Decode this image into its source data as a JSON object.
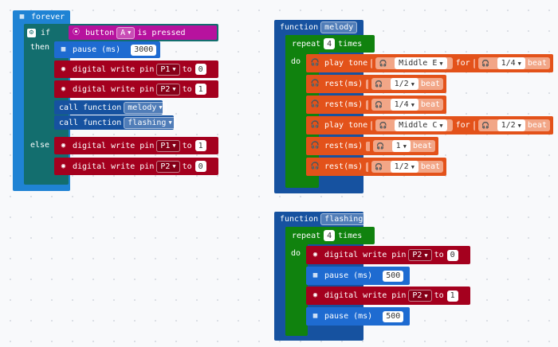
{
  "colors": {
    "forever": "#1f83d4",
    "logic": "#136e6e",
    "pins": "#a4001e",
    "basic": "#1e6bd1",
    "functions": "#1652a0",
    "loops": "#10820e",
    "music": "#e3521a",
    "input": "#b7129e"
  },
  "forever": {
    "title": "forever",
    "if_label": "if",
    "then_label": "then",
    "else_label": "else",
    "condition": {
      "prefix": "button",
      "button": "A",
      "suffix": "is pressed"
    },
    "pause": {
      "label": "pause (ms)",
      "value": "3000"
    },
    "then_writes": [
      {
        "label": "digital write pin",
        "pin": "P1",
        "to": "to",
        "value": "0"
      },
      {
        "label": "digital write pin",
        "pin": "P2",
        "to": "to",
        "value": "1"
      }
    ],
    "calls": [
      {
        "label": "call function",
        "name": "melody"
      },
      {
        "label": "call function",
        "name": "flashing"
      }
    ],
    "else_writes": [
      {
        "label": "digital write pin",
        "pin": "P1",
        "to": "to",
        "value": "1"
      },
      {
        "label": "digital write pin",
        "pin": "P2",
        "to": "to",
        "value": "0"
      }
    ]
  },
  "melody": {
    "function_label": "function",
    "name": "melody",
    "repeat_label": "repeat",
    "times": "4",
    "times_label": "times",
    "do_label": "do",
    "steps": [
      {
        "kind": "tone",
        "label": "play tone",
        "note": "Middle E",
        "for": "for",
        "beat": "1/4",
        "unit": "beat"
      },
      {
        "kind": "rest",
        "label": "rest(ms)",
        "beat": "1/2",
        "unit": "beat"
      },
      {
        "kind": "rest",
        "label": "rest(ms)",
        "beat": "1/4",
        "unit": "beat"
      },
      {
        "kind": "tone",
        "label": "play tone",
        "note": "Middle C",
        "for": "for",
        "beat": "1/2",
        "unit": "beat"
      },
      {
        "kind": "rest",
        "label": "rest(ms)",
        "beat": "1",
        "unit": "beat"
      },
      {
        "kind": "rest",
        "label": "rest(ms)",
        "beat": "1/2",
        "unit": "beat"
      }
    ]
  },
  "flashing": {
    "function_label": "function",
    "name": "flashing",
    "repeat_label": "repeat",
    "times": "4",
    "times_label": "times",
    "do_label": "do",
    "steps": [
      {
        "kind": "write",
        "label": "digital write pin",
        "pin": "P2",
        "to": "to",
        "value": "0"
      },
      {
        "kind": "pause",
        "label": "pause (ms)",
        "value": "500"
      },
      {
        "kind": "write",
        "label": "digital write pin",
        "pin": "P2",
        "to": "to",
        "value": "1"
      },
      {
        "kind": "pause",
        "label": "pause (ms)",
        "value": "500"
      }
    ]
  }
}
